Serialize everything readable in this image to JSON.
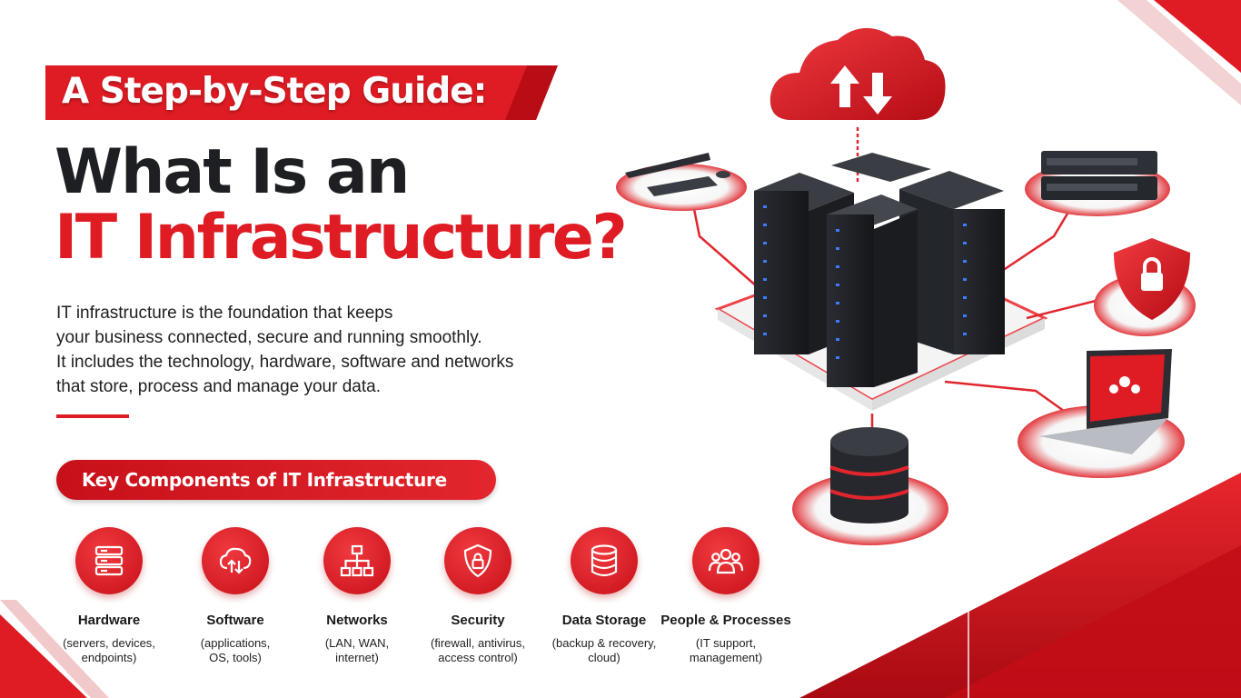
{
  "banner": {
    "label": "A Step-by-Step Guide:"
  },
  "title": {
    "line1": "What Is an",
    "line2": "IT Infrastructure?"
  },
  "intro": {
    "lines": [
      "IT infrastructure is the foundation that keeps",
      "your business connected, secure and running smoothly.",
      "It includes the technology, hardware, software and networks",
      "that store, process and manage your data."
    ]
  },
  "section": {
    "heading": "Key Components of IT Infrastructure"
  },
  "components": [
    {
      "name": "Hardware",
      "desc1": "(servers, devices,",
      "desc2": "endpoints)",
      "icon": "server-icon"
    },
    {
      "name": "Software",
      "desc1": "(applications,",
      "desc2": "OS, tools)",
      "icon": "cloud-sync-icon"
    },
    {
      "name": "Networks",
      "desc1": "(LAN, WAN,",
      "desc2": "internet)",
      "icon": "network-icon"
    },
    {
      "name": "Security",
      "desc1": "(firewall, antivirus,",
      "desc2": "access control)",
      "icon": "shield-lock-icon"
    },
    {
      "name": "Data Storage",
      "desc1": "(backup & recovery,",
      "desc2": "cloud)",
      "icon": "database-icon"
    },
    {
      "name": "People & Processes",
      "desc1": "(IT support,",
      "desc2": "management)",
      "icon": "people-icon"
    }
  ],
  "colors": {
    "accent": "#df1b23",
    "dark": "#1e1f22",
    "white": "#ffffff"
  }
}
